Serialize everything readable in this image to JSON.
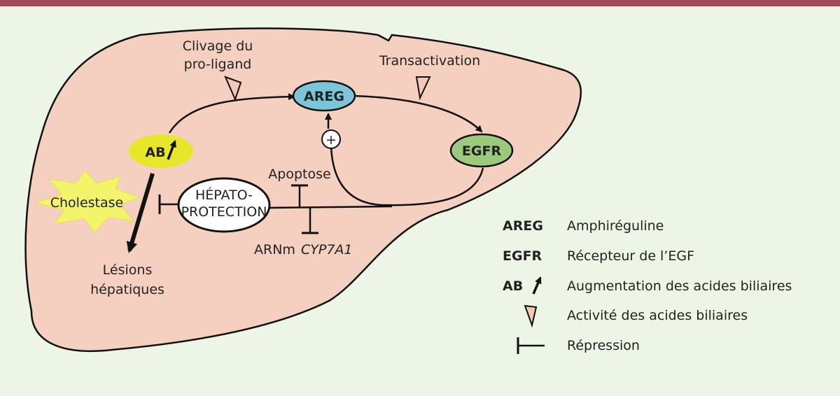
{
  "nodes": {
    "ab": "AB",
    "areg": "AREG",
    "egfr": "EGFR",
    "cholestase": "Cholestase",
    "hepato_line1": "HÉPATO-",
    "hepato_line2": "PROTECTION",
    "plus": "+"
  },
  "labels": {
    "clivage_line1": "Clivage du",
    "clivage_line2": "pro-ligand",
    "transactivation": "Transactivation",
    "apoptose": "Apoptose",
    "arnm": "ARNm",
    "cyp7a1": "CYP7A1",
    "lesions_line1": "Lésions",
    "lesions_line2": "hépatiques"
  },
  "legend": [
    {
      "key": "AREG",
      "text": "Amphiréguline"
    },
    {
      "key": "EGFR",
      "text": "Récepteur de l’EGF"
    },
    {
      "key": "AB",
      "text": "Augmentation des acides biliaires"
    },
    {
      "key": "",
      "text": "Activité des acides biliaires"
    },
    {
      "key": "",
      "text": "Répression"
    }
  ],
  "colors": {
    "top_bar": "#a04a5a",
    "background": "#edf5e6",
    "liver_fill": "#f5d0c0",
    "ab_fill": "#e8e62a",
    "areg_fill": "#7cc4d8",
    "egfr_fill": "#9cc97e",
    "cholestase_fill": "#f4f46c",
    "triangle_fill": "#f2c9b8"
  }
}
